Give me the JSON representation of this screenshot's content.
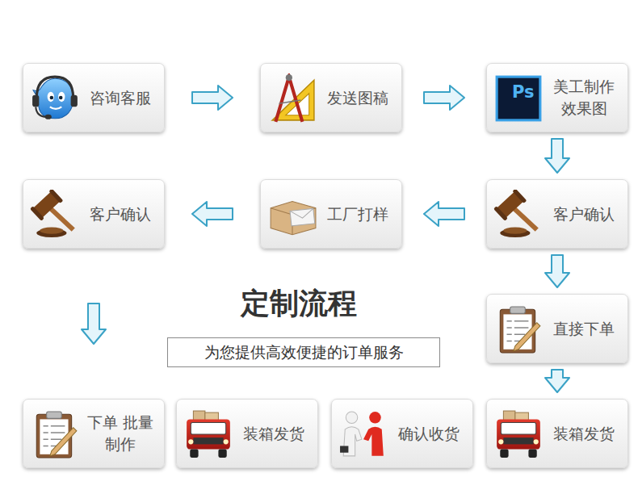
{
  "diagram": {
    "title": "定制流程",
    "caption": "为您提供高效便捷的订单服务",
    "nodes": [
      {
        "text": [
          "咨询客服"
        ]
      },
      {
        "text": [
          "发送图稿"
        ]
      },
      {
        "text": [
          "美工制作 效果图"
        ]
      },
      {
        "text": [
          "客户确认"
        ]
      },
      {
        "text": [
          "工厂打样"
        ]
      },
      {
        "text": [
          "客户确认"
        ]
      },
      {
        "text": [
          "直接下单"
        ]
      },
      {
        "text": [
          "下单 批量制作"
        ]
      },
      {
        "text": [
          "装箱发货"
        ]
      },
      {
        "text": [
          "确认收货"
        ]
      },
      {
        "text": [
          "装箱发货"
        ]
      }
    ],
    "edges": [
      {
        "from": 0,
        "to": 1,
        "arrow": "to"
      },
      {
        "from": 1,
        "to": 2,
        "arrow": "to"
      },
      {
        "from": 2,
        "to": 5,
        "arrow": "to"
      },
      {
        "from": 5,
        "to": 4,
        "arrow": "to"
      },
      {
        "from": 4,
        "to": 3,
        "arrow": "to"
      },
      {
        "from": 5,
        "to": 6,
        "arrow": "to"
      },
      {
        "from": 6,
        "to": 10,
        "arrow": "to"
      },
      {
        "from": 3,
        "to": 7,
        "arrow": "to"
      }
    ],
    "labels": [
      "Ps"
    ]
  }
}
